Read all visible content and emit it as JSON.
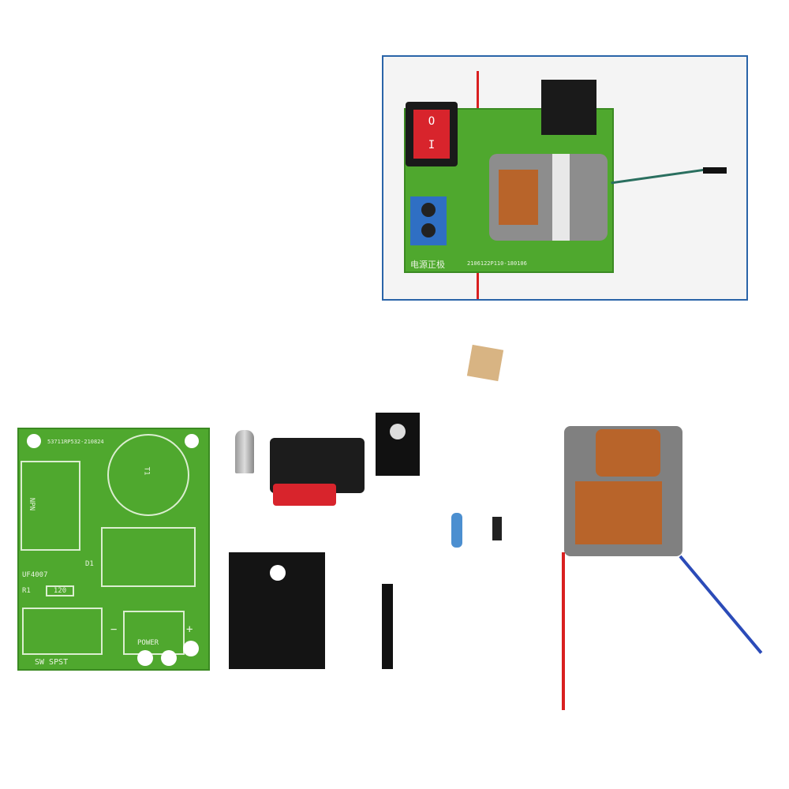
{
  "inset": {
    "board_label_cn": "电源正极",
    "board_code": "2106122P110-180106",
    "switch_symbols": [
      "O",
      "I"
    ]
  },
  "pcb": {
    "code": "53711RP532-210824",
    "transformer_label": "T1",
    "transistor_label": "NPN",
    "diode_ref": "D1",
    "diode_part": "UF4007",
    "resistor_ref": "R1",
    "resistor_value": "120",
    "switch_label": "SW SPST",
    "power_label": "POWER",
    "plus": "+",
    "minus": "−"
  },
  "colors": {
    "pcb_green": "#4fa82e",
    "inset_border": "#2a64a8",
    "switch_red": "#d8242c",
    "terminal_blue": "#2f6fc4",
    "copper": "#b8642a"
  }
}
